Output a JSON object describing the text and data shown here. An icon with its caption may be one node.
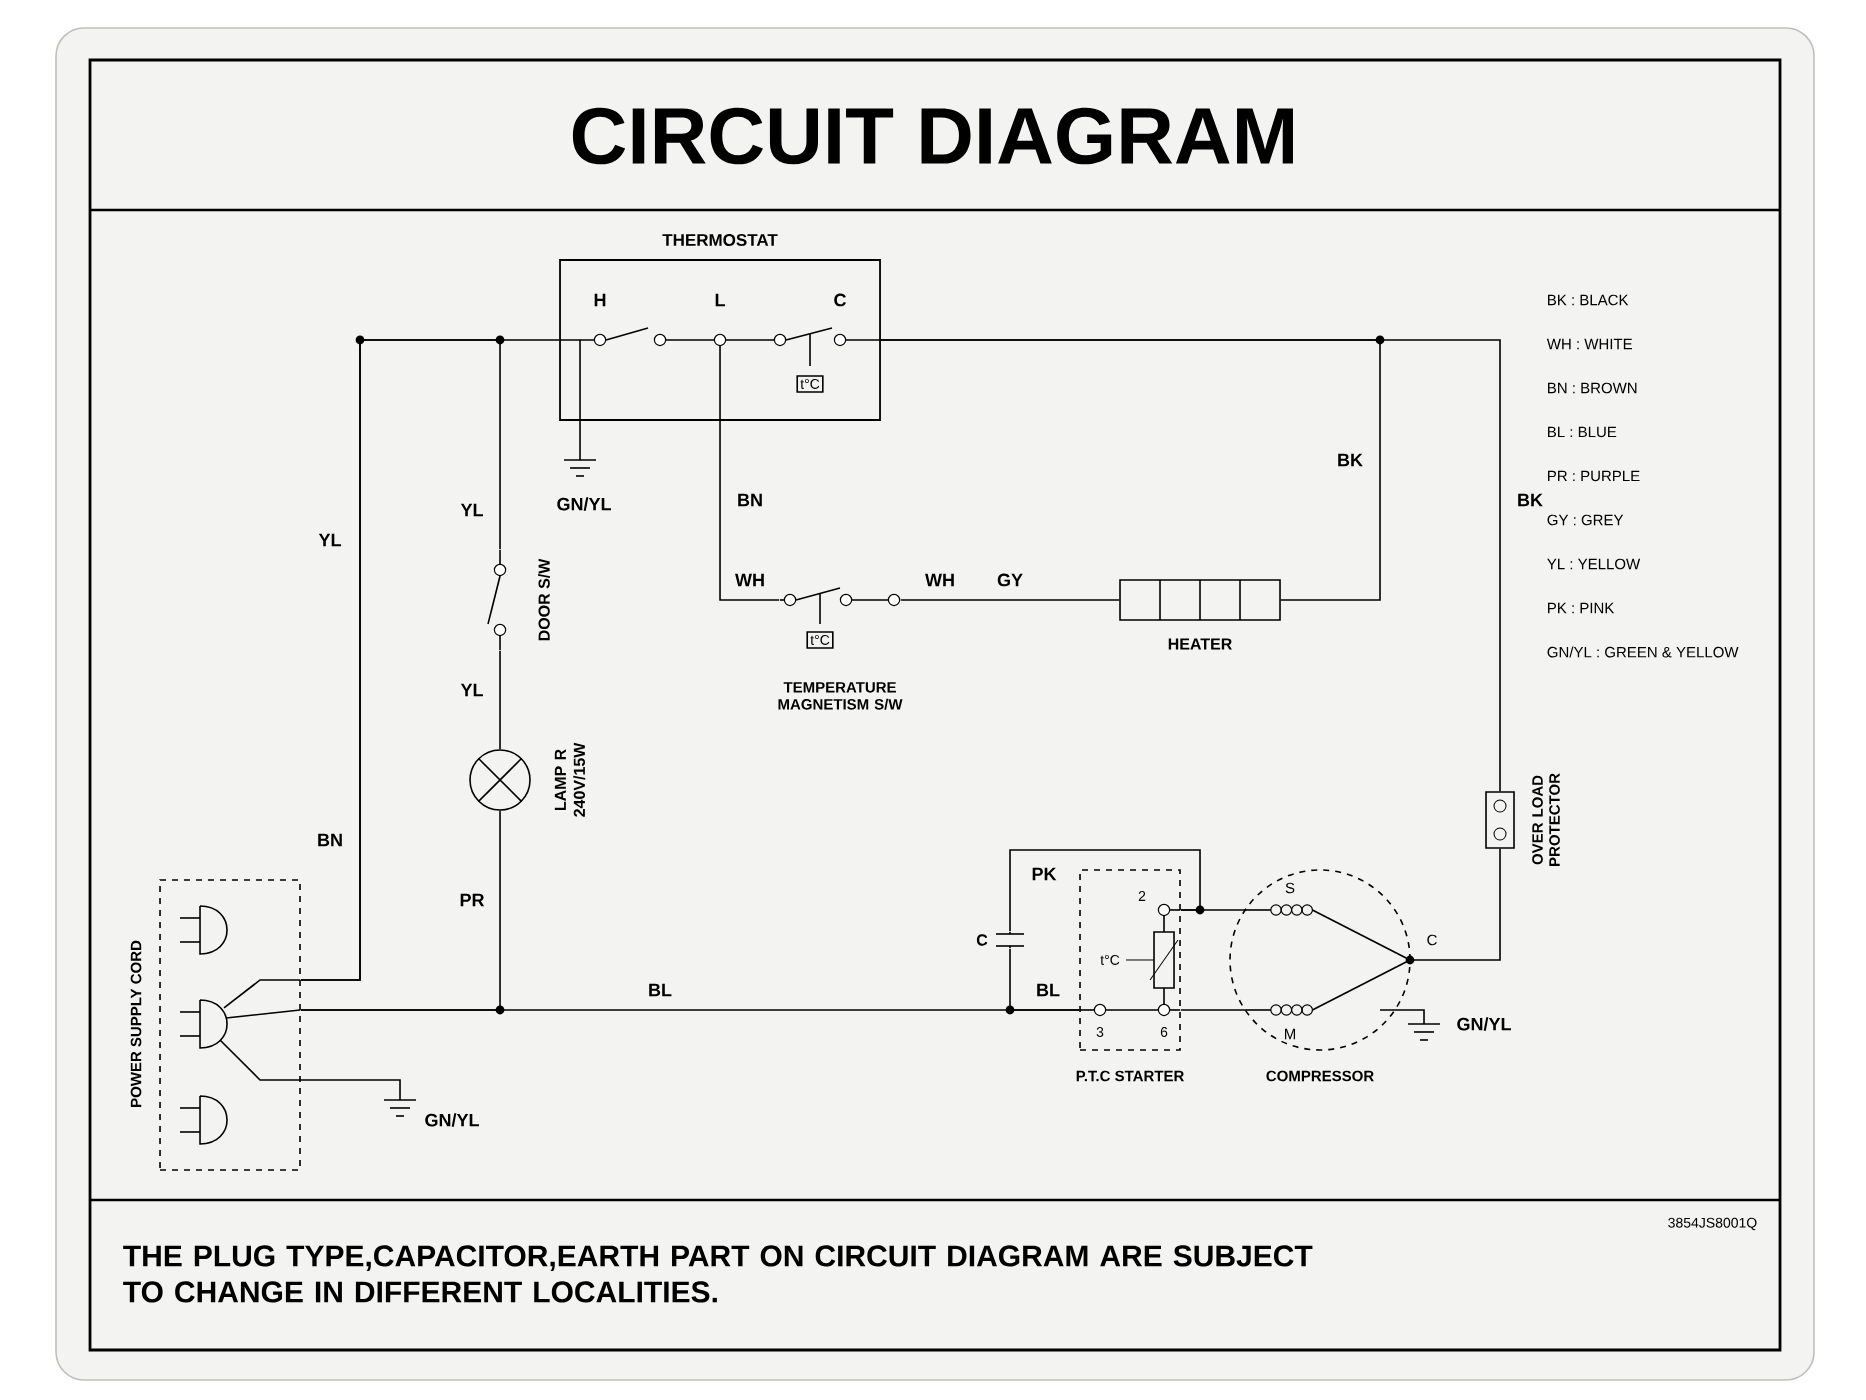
{
  "diagram": {
    "title": "CIRCUIT DIAGRAM",
    "nodes": [
      {
        "text": [
          "THERMOSTAT"
        ]
      },
      {
        "text": [
          "DOOR S/W"
        ]
      },
      {
        "text": [
          "LAMP R 240V/15W"
        ]
      },
      {
        "text": [
          "TEMPERATURE MAGNETISM S/W"
        ]
      },
      {
        "text": [
          "HEATER"
        ]
      },
      {
        "text": [
          "OVER LOAD PROTECTOR"
        ]
      },
      {
        "text": [
          "COMPRESSOR"
        ]
      },
      {
        "text": [
          "P.T.C STARTER"
        ]
      },
      {
        "text": [
          "C"
        ]
      },
      {
        "text": [
          "POWER SUPPLY CORD"
        ]
      }
    ],
    "edges": [
      {
        "from": 9,
        "to": 0,
        "arrow": "none",
        "label": "YL"
      },
      {
        "from": 9,
        "to": 1,
        "arrow": "none",
        "label": "YL"
      },
      {
        "from": 1,
        "to": 2,
        "arrow": "none",
        "label": "YL"
      },
      {
        "from": 2,
        "to": 9,
        "arrow": "none",
        "label": "PR"
      },
      {
        "from": 0,
        "to": 3,
        "arrow": "none",
        "label": "BN"
      },
      {
        "from": 3,
        "to": 4,
        "arrow": "none",
        "label": "GY"
      },
      {
        "from": 4,
        "to": 0,
        "arrow": "none",
        "label": "BK"
      },
      {
        "from": 0,
        "to": 5,
        "arrow": "none",
        "label": "BK"
      },
      {
        "from": 5,
        "to": 6,
        "arrow": "none"
      },
      {
        "from": 6,
        "to": 7,
        "arrow": "none"
      },
      {
        "from": 6,
        "to": 7,
        "arrow": "none"
      },
      {
        "from": 8,
        "to": 7,
        "arrow": "none",
        "label": "PK"
      },
      {
        "from": 8,
        "to": 7,
        "arrow": "none",
        "label": "BL"
      },
      {
        "from": 7,
        "to": 9,
        "arrow": "none",
        "label": "BL"
      }
    ],
    "labels": [
      "H",
      "L",
      "C",
      "t°C",
      "GN/YL",
      "BN",
      "WH",
      "WH",
      "t°C",
      "S",
      "M",
      "C",
      "2",
      "t°C",
      "3",
      "6",
      "GN/YL",
      "GN/YL",
      "BK : BLACK",
      "WH : WHITE",
      "BN : BROWN",
      "BL : BLUE",
      "PR : PURPLE",
      "GY : GREY",
      "YL : YELLOW",
      "PK : PINK",
      "GN/YL : GREEN & YELLOW",
      "THE PLUG TYPE,CAPACITOR,EARTH PART ON CIRCUIT DIAGRAM ARE SUBJECT TO CHANGE IN DIFFERENT LOCALITIES.",
      "3854JS8001Q"
    ]
  }
}
